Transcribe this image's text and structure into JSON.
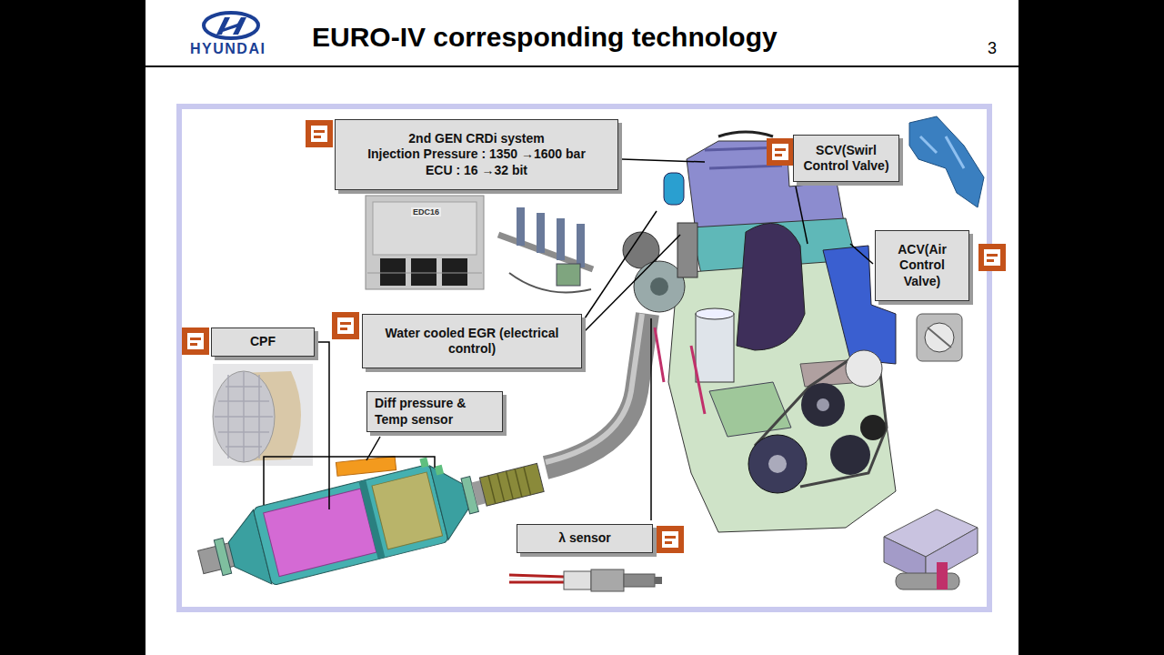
{
  "diagram": {
    "title": "EURO-IV corresponding technology",
    "nodes": [
      {
        "text": [
          "2nd GEN CRDi system",
          "Injection Pressure : 1350 →1600 bar",
          "ECU : 16 →32 bit"
        ]
      },
      {
        "text": [
          "SCV(Swirl Control Valve)"
        ]
      },
      {
        "text": [
          "ACV(Air Control Valve)"
        ]
      },
      {
        "text": [
          "Water cooled EGR (electrical control)"
        ]
      },
      {
        "text": [
          "CPF"
        ]
      },
      {
        "text": [
          "Diff pressure & Temp sensor"
        ]
      },
      {
        "text": [
          "λ sensor"
        ]
      }
    ],
    "labels": [
      "HYUNDAI",
      "3",
      "EDC16"
    ]
  }
}
